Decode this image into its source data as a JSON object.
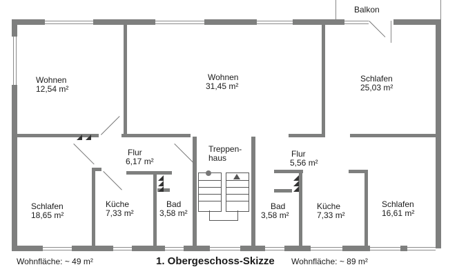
{
  "title": "1. Obergeschoss-Skizze",
  "balcony": {
    "label": "Balkon"
  },
  "rooms": [
    {
      "id": "wohnen-left",
      "name": "Wohnen",
      "area": "12,54 m²"
    },
    {
      "id": "wohnen-mid",
      "name": "Wohnen",
      "area": "31,45 m²"
    },
    {
      "id": "schlafen-top-right",
      "name": "Schlafen",
      "area": "25,03 m²"
    },
    {
      "id": "flur-left",
      "name": "Flur",
      "area": "6,17 m²"
    },
    {
      "id": "treppenhaus",
      "name": "Treppen-\nhaus",
      "name_line1": "Treppen-",
      "name_line2": "haus"
    },
    {
      "id": "flur-right",
      "name": "Flur",
      "area": "5,56 m²"
    },
    {
      "id": "schlafen-left",
      "name": "Schlafen",
      "area": "18,65 m²"
    },
    {
      "id": "kueche-left",
      "name": "Küche",
      "area": "7,33 m²"
    },
    {
      "id": "bad-left",
      "name": "Bad",
      "area": "3,58 m²"
    },
    {
      "id": "bad-right",
      "name": "Bad",
      "area": "3,58 m²"
    },
    {
      "id": "kueche-right",
      "name": "Küche",
      "area": "7,33 m²"
    },
    {
      "id": "schlafen-right",
      "name": "Schlafen",
      "area": "16,61 m²"
    }
  ],
  "footer": {
    "left_area": "Wohnfläche: ~ 49 m²",
    "right_area": "Wohnfläche: ~ 89 m²"
  },
  "colors": {
    "wall": "#7e7f7e",
    "text": "#1a1a1a",
    "background": "#ffffff"
  }
}
